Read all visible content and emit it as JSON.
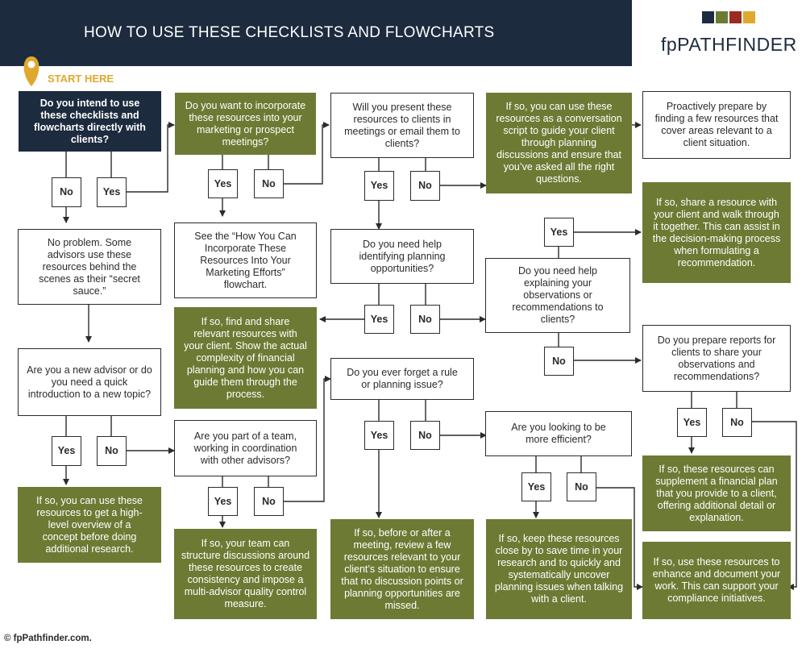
{
  "header": {
    "title": "HOW TO USE THESE CHECKLISTS AND FLOWCHARTS",
    "brand": "fpPATHFINDER"
  },
  "brand_colors": [
    "#1c2b3d",
    "#6d7a34",
    "#9c2a20",
    "#e0a82e"
  ],
  "start_label": "START HERE",
  "yes_label": "Yes",
  "no_label": "No",
  "questions": {
    "q1": "Do you intend to use these checklists and flowcharts directly with clients?",
    "q2": "Do you want to incorporate these resources into your marketing or prospect meetings?",
    "q3": "Will you present these resources to clients in meetings or email them to clients?",
    "q4": "Do you need help identifying planning opportunities?",
    "q5": "Do you need help explaining your observations or recommendations to clients?",
    "q6": "Are you a new advisor or do you need a quick introduction to a new topic?",
    "q7": "Are you part of a team, working in coordination with other advisors?",
    "q8": "Do you ever forget a rule or planning issue?",
    "q9": "Are you looking to be more efficient?",
    "q10": "Do you prepare reports for clients to share your observations and recommendations?"
  },
  "outcomes": {
    "proactive": "Proactively prepare by finding a few resources that cover areas relevant to a client situation.",
    "no_problem": "No problem. Some advisors use these resources behind the scenes as their “secret sauce.”",
    "see_marketing": "See the “How You Can Incorporate These Resources Into Your Marketing Efforts” flowchart.",
    "script": "If so, you can use these resources as a conversation script to guide your client through planning discussions and ensure that you’ve asked all the right questions.",
    "walk": "If so, share a resource with your client and walk through it together. This can assist in the decision-making process when formulating a recommendation.",
    "complexity": "If so, find and share relevant resources with your client. Show the actual complexity of financial planning and how you can guide them through the process.",
    "overview": "If so, you can use these resources to get a high-level overview of a concept before doing additional research.",
    "team": "If so, your team can structure discussions around these resources to create consistency and impose a multi-advisor quality control measure.",
    "review": "If so, before or after a meeting, review a few resources relevant to your client’s situation to ensure that no discussion points or planning opportunities are missed.",
    "efficient": "If so, keep these resources close by to save time in your research and to quickly and systematically uncover planning issues when talking with a client.",
    "supplement": "If so, these resources can supplement a financial plan that you provide to a client, offering additional detail or explanation.",
    "compliance": "If so, use these resources to enhance and document your work. This can support your compliance initiatives."
  },
  "copyright": "© fpPathfinder.com."
}
